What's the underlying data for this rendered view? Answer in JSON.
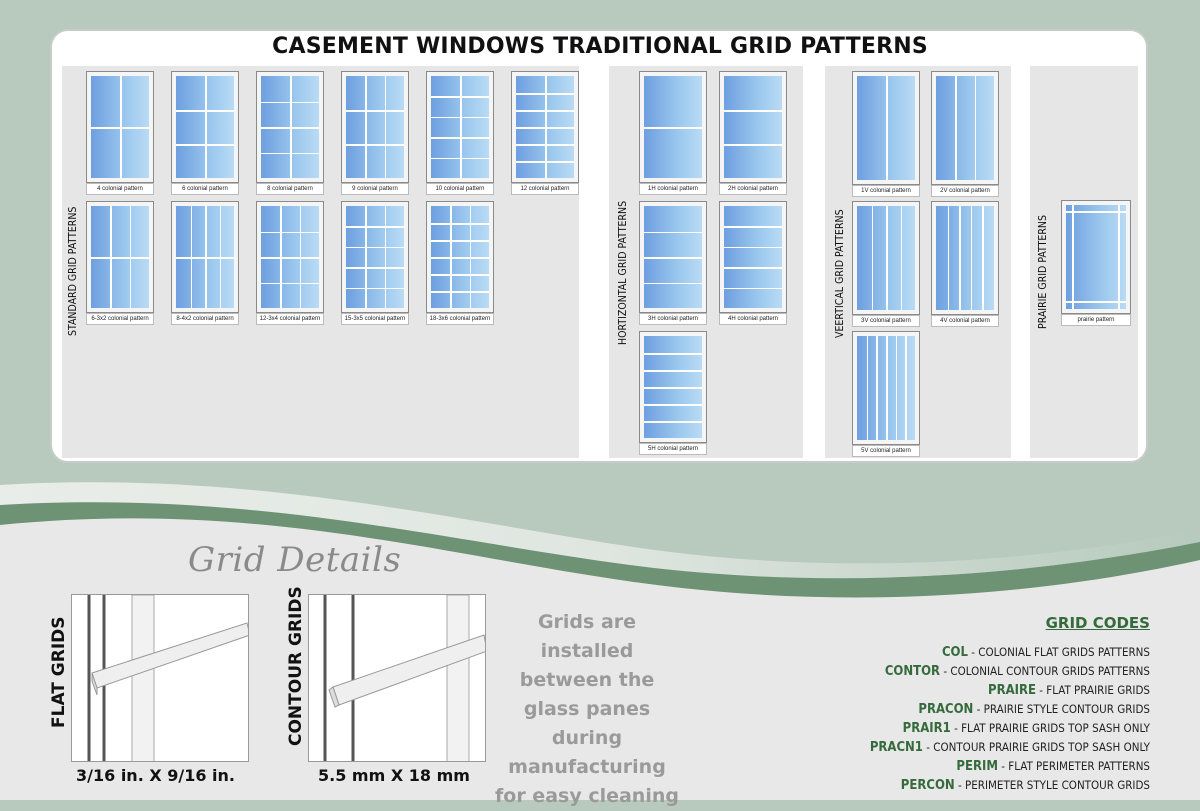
{
  "title": "CASEMENT WINDOWS TRADITIONAL GRID PATTERNS",
  "sections": {
    "standard": {
      "label": "STANDARD GRID PATTERNS"
    },
    "horizontal": {
      "label": "HORTIZONTAL GRID PATTERNS"
    },
    "vertical": {
      "label": "VEERTICAL GRID PATTERNS"
    },
    "prairie": {
      "label": "PRAIRIE GRID PATTERNS"
    }
  },
  "windows": [
    {
      "label": "4 colonial pattern"
    },
    {
      "label": "6 colonial pattern"
    },
    {
      "label": "8 colonial pattern"
    },
    {
      "label": "9 colonial pattern"
    },
    {
      "label": "10 colonial pattern"
    },
    {
      "label": "12 colonial pattern"
    },
    {
      "label": "6-3x2 colonial pattern"
    },
    {
      "label": "8-4x2 colonial pattern"
    },
    {
      "label": "12-3x4 colonial pattern"
    },
    {
      "label": "15-3x5 colonial pattern"
    },
    {
      "label": "18-3x6 colonial pattern"
    },
    {
      "label": "1H colonial pattern"
    },
    {
      "label": "2H colonial pattern"
    },
    {
      "label": "3H colonial pattern"
    },
    {
      "label": "4H colonial pattern"
    },
    {
      "label": "5H colonial pattern"
    },
    {
      "label": "1V colonial pattern"
    },
    {
      "label": "2V colonial pattern"
    },
    {
      "label": "3V colonial pattern"
    },
    {
      "label": "4V colonial pattern"
    },
    {
      "label": "5V colonial pattern"
    },
    {
      "label": "prairie pattern"
    }
  ],
  "grid_details": {
    "title": "Grid Details",
    "flat_label": "FLAT GRIDS",
    "flat_dim": "3/16 in.  X  9/16 in.",
    "contour_label": "CONTOUR GRIDS",
    "contour_dim": "5.5 mm  X  18 mm",
    "info": "Grids are installed between the glass panes during manufacturing for easy cleaning"
  },
  "grid_codes": {
    "heading": "GRID CODES",
    "items": [
      {
        "code": "COL",
        "desc": " - COLONIAL FLAT GRIDS PATTERNS"
      },
      {
        "code": "CONTOR",
        "desc": " - COLONIAL CONTOUR GRIDS PATTERNS"
      },
      {
        "code": "PRAIRE",
        "desc": " - FLAT PRAIRIE GRIDS"
      },
      {
        "code": "PRACON",
        "desc": " - PRAIRIE STYLE CONTOUR GRIDS"
      },
      {
        "code": "PRAIR1",
        "desc": " - FLAT PRAIRIE GRIDS TOP SASH ONLY"
      },
      {
        "code": "PRACN1",
        "desc": " - CONTOUR PRAIRIE GRIDS TOP SASH ONLY"
      },
      {
        "code": "PERIM",
        "desc": " - FLAT PERIMETER PATTERNS"
      },
      {
        "code": "PERCON",
        "desc": " - PERIMETER STYLE CONTOUR GRIDS"
      }
    ]
  },
  "colors": {
    "accent": "#356a3c",
    "background": "#b7cabd",
    "glass": "#8fbde9"
  }
}
